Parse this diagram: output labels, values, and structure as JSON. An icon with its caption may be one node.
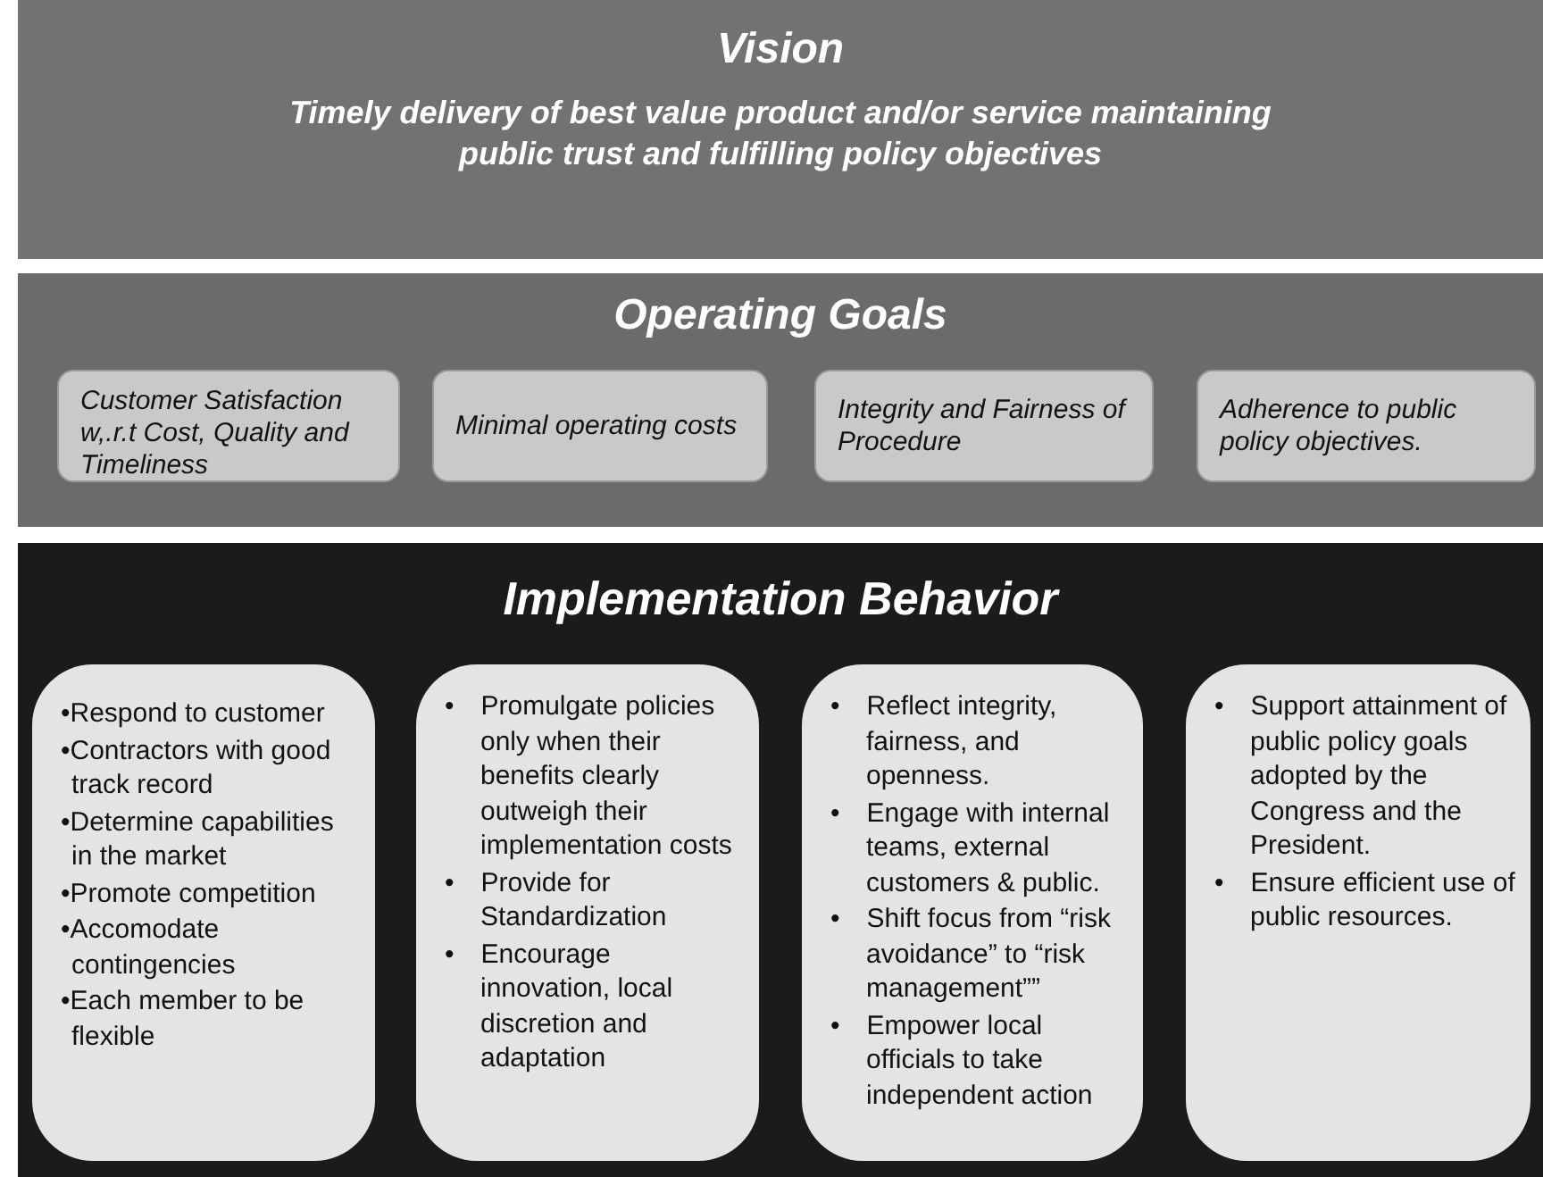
{
  "diagram": {
    "nodes": [
      {
        "text": [
          "Vision",
          "Timely delivery of best value product and/or service maintaining public trust and fulfilling policy objectives"
        ]
      },
      {
        "text": [
          "Operating Goals"
        ]
      },
      {
        "text": [
          "Customer Satisfaction w,.r.t Cost, Quality and Timeliness"
        ],
        "in": 1
      },
      {
        "text": [
          "Minimal operating costs"
        ],
        "in": 1
      },
      {
        "text": [
          "Integrity and Fairness of Procedure"
        ],
        "in": 1
      },
      {
        "text": [
          "Adherence to public policy objectives."
        ],
        "in": 1
      },
      {
        "text": [
          "Implementation Behavior"
        ]
      },
      {
        "text": [
          "•Respond  to customer",
          "•Contractors with good track record",
          "•Determine capabilities in the market",
          "•Promote competition",
          "•Accomodate contingencies",
          "•Each member to be flexible"
        ],
        "in": 6
      },
      {
        "text": [
          "• Promulgate policies only when their benefits clearly outweigh their implementation costs",
          "• Provide for Standardization",
          "• Encourage innovation, local discretion and adaptation"
        ],
        "in": 6
      },
      {
        "text": [
          "• Reflect integrity, fairness, and openness.",
          "• Engage with internal teams, external customers & public.",
          "• Shift focus from “risk avoidance” to “risk management””",
          "• Empower local officials to take independent action"
        ],
        "in": 6
      },
      {
        "text": [
          "• Support attainment of public policy goals adopted by the Congress and the President.",
          "• Ensure efficient use of public resources."
        ],
        "in": 6
      }
    ]
  }
}
